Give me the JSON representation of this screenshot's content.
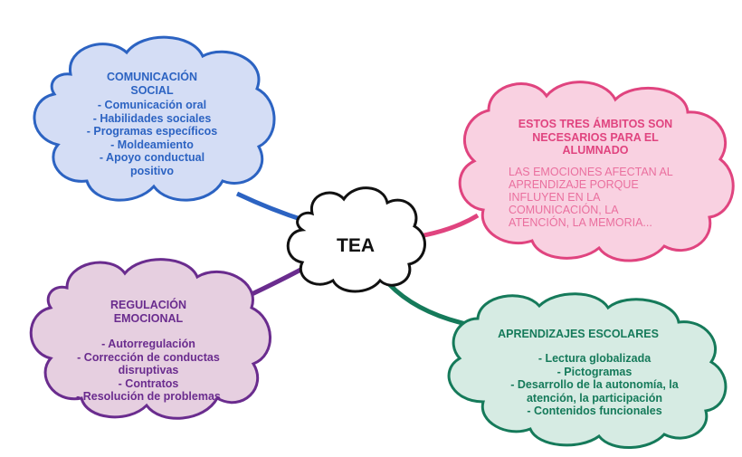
{
  "center": {
    "label": "TEA"
  },
  "comunicacion": {
    "title": [
      "COMUNICACIÓN",
      "SOCIAL"
    ],
    "items": [
      "- Comunicación oral",
      "- Habilidades sociales",
      "- Programas específicos",
      "- Moldeamiento",
      "- Apoyo conductual",
      "positivo"
    ],
    "color": "#2c63c2",
    "fill": "#d4ddf5"
  },
  "ambitos": {
    "title": [
      "ESTOS TRES ÁMBITOS SON",
      "NECESARIOS PARA EL",
      "ALUMNADO"
    ],
    "body": [
      "LAS EMOCIONES AFECTAN AL",
      "APRENDIZAJE PORQUE",
      "INFLUYEN EN LA",
      "COMUNICACIÓN, LA",
      "ATENCIÓN, LA MEMORIA..."
    ],
    "color": "#e0447f",
    "fill": "#f9d1e1"
  },
  "regulacion": {
    "title": [
      "REGULACIÓN",
      "EMOCIONAL"
    ],
    "items": [
      "- Autorregulación",
      "- Corrección de conductas",
      "disruptivas",
      "- Contratos",
      "- Resolución de problemas"
    ],
    "color": "#6a2c8e",
    "fill": "#e6cfe0"
  },
  "aprendizajes": {
    "title": [
      "APRENDIZAJES ESCOLARES"
    ],
    "items": [
      "- Lectura globalizada",
      "- Pictogramas",
      "- Desarrollo de la autonomía, la",
      "atención, la participación",
      "- Contenidos funcionales"
    ],
    "color": "#157a5a",
    "fill": "#d6ebe3"
  }
}
